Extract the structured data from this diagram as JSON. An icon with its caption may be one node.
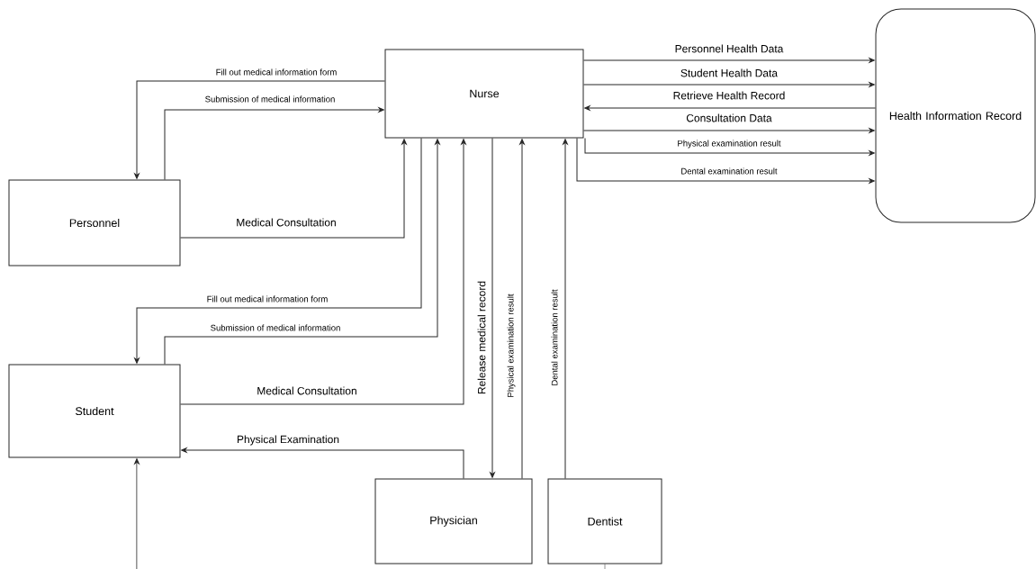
{
  "diagram": {
    "nodes": [
      {
        "text": [
          "Nurse"
        ]
      },
      {
        "text": [
          "Health Information Record"
        ]
      },
      {
        "text": [
          "Personnel"
        ]
      },
      {
        "text": [
          "Student"
        ]
      },
      {
        "text": [
          "Physician"
        ]
      },
      {
        "text": [
          "Dentist"
        ]
      }
    ],
    "edges": [
      {
        "from": 0,
        "to": 2,
        "arrow": "to",
        "label": "Fill out medical information form"
      },
      {
        "from": 2,
        "to": 0,
        "arrow": "to",
        "label": "Submission of medical information"
      },
      {
        "from": 2,
        "to": 0,
        "arrow": "to",
        "label": "Medical Consultation"
      },
      {
        "from": 0,
        "to": 3,
        "arrow": "to",
        "label": "Fill out medical information form"
      },
      {
        "from": 3,
        "to": 0,
        "arrow": "to",
        "label": "Submission of medical information"
      },
      {
        "from": 3,
        "to": 0,
        "arrow": "to",
        "label": "Medical Consultation"
      },
      {
        "from": 4,
        "to": 3,
        "arrow": "to",
        "label": "Physical Examination"
      },
      {
        "from": 0,
        "to": 4,
        "arrow": "to",
        "label": "Release medical record"
      },
      {
        "from": 4,
        "to": 0,
        "arrow": "to",
        "label": "Physical examination result"
      },
      {
        "from": 5,
        "to": 0,
        "arrow": "to",
        "label": "Dental examination result"
      },
      {
        "from": 0,
        "to": 1,
        "arrow": "to",
        "label": "Personnel Health Data"
      },
      {
        "from": 0,
        "to": 1,
        "arrow": "to",
        "label": "Student Health Data"
      },
      {
        "from": 1,
        "to": 0,
        "arrow": "to",
        "label": "Retrieve Health Record"
      },
      {
        "from": 0,
        "to": 1,
        "arrow": "to",
        "label": "Consultation Data"
      },
      {
        "from": 0,
        "to": 1,
        "arrow": "to",
        "label": "Physical examination result"
      },
      {
        "from": 0,
        "to": 1,
        "arrow": "to",
        "label": "Dental examination result"
      },
      {
        "from": null,
        "to": 3,
        "arrow": "to"
      },
      {
        "from": 5,
        "to": null,
        "arrow": "none"
      }
    ]
  }
}
